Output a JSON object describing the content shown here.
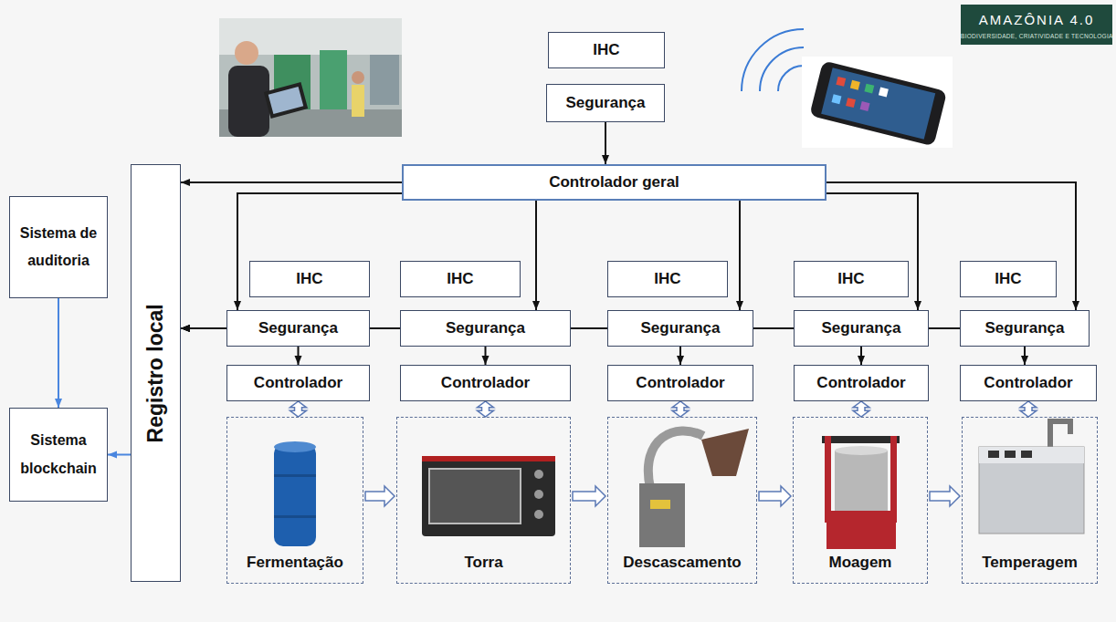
{
  "diagram": {
    "nodes": [
      {
        "text": [
          "IHC"
        ]
      },
      {
        "text": [
          "Segurança"
        ]
      },
      {
        "text": [
          "Controlador geral"
        ]
      },
      {
        "text": [
          "Registro local"
        ]
      },
      {
        "text": [
          "Sistema de auditoria"
        ]
      },
      {
        "text": [
          "Sistema blockchain"
        ]
      },
      {
        "text": [
          "IHC"
        ]
      },
      {
        "text": [
          "Segurança"
        ]
      },
      {
        "text": [
          "Controlador"
        ]
      },
      {
        "text": [
          "Fermentação"
        ]
      },
      {
        "text": [
          "IHC"
        ]
      },
      {
        "text": [
          "Segurança"
        ]
      },
      {
        "text": [
          "Controlador"
        ]
      },
      {
        "text": [
          "Torra"
        ]
      },
      {
        "text": [
          "IHC"
        ]
      },
      {
        "text": [
          "Segurança"
        ]
      },
      {
        "text": [
          "Controlador"
        ]
      },
      {
        "text": [
          "Descascamento"
        ]
      },
      {
        "text": [
          "IHC"
        ]
      },
      {
        "text": [
          "Segurança"
        ]
      },
      {
        "text": [
          "Controlador"
        ]
      },
      {
        "text": [
          "Moagem"
        ]
      },
      {
        "text": [
          "IHC"
        ]
      },
      {
        "text": [
          "Segurança"
        ]
      },
      {
        "text": [
          "Controlador"
        ]
      },
      {
        "text": [
          "Temperagem"
        ]
      }
    ],
    "edges": [
      {
        "from": 1,
        "to": 2,
        "arrow": "to"
      },
      {
        "from": 2,
        "to": 3,
        "arrow": "to"
      },
      {
        "from": 2,
        "to": 7,
        "arrow": "to"
      },
      {
        "from": 2,
        "to": 11,
        "arrow": "to"
      },
      {
        "from": 2,
        "to": 15,
        "arrow": "to"
      },
      {
        "from": 2,
        "to": 19,
        "arrow": "to"
      },
      {
        "from": 2,
        "to": 23,
        "arrow": "to"
      },
      {
        "from": 7,
        "to": 3,
        "arrow": "to"
      },
      {
        "from": 11,
        "to": 3,
        "arrow": "to"
      },
      {
        "from": 15,
        "to": 3,
        "arrow": "to"
      },
      {
        "from": 19,
        "to": 3,
        "arrow": "to"
      },
      {
        "from": 23,
        "to": 3,
        "arrow": "to"
      },
      {
        "from": 4,
        "to": 5,
        "arrow": "to"
      },
      {
        "from": 3,
        "to": 5,
        "arrow": "to"
      },
      {
        "from": 7,
        "to": 8,
        "arrow": "to"
      },
      {
        "from": 11,
        "to": 12,
        "arrow": "to"
      },
      {
        "from": 15,
        "to": 16,
        "arrow": "to"
      },
      {
        "from": 19,
        "to": 20,
        "arrow": "to"
      },
      {
        "from": 23,
        "to": 24,
        "arrow": "to"
      },
      {
        "from": 8,
        "to": 9,
        "arrow": "both"
      },
      {
        "from": 12,
        "to": 13,
        "arrow": "both"
      },
      {
        "from": 16,
        "to": 17,
        "arrow": "both"
      },
      {
        "from": 20,
        "to": 21,
        "arrow": "both"
      },
      {
        "from": 24,
        "to": 25,
        "arrow": "both"
      },
      {
        "from": 9,
        "to": 13,
        "arrow": "to"
      },
      {
        "from": 13,
        "to": 17,
        "arrow": "to"
      },
      {
        "from": 17,
        "to": 21,
        "arrow": "to"
      },
      {
        "from": 21,
        "to": 25,
        "arrow": "to"
      }
    ],
    "labels": [
      "AMAZÔNIA 4.0",
      "BIODIVERSIDADE, CRIATIVIDADE E TECNOLOGIA"
    ]
  }
}
